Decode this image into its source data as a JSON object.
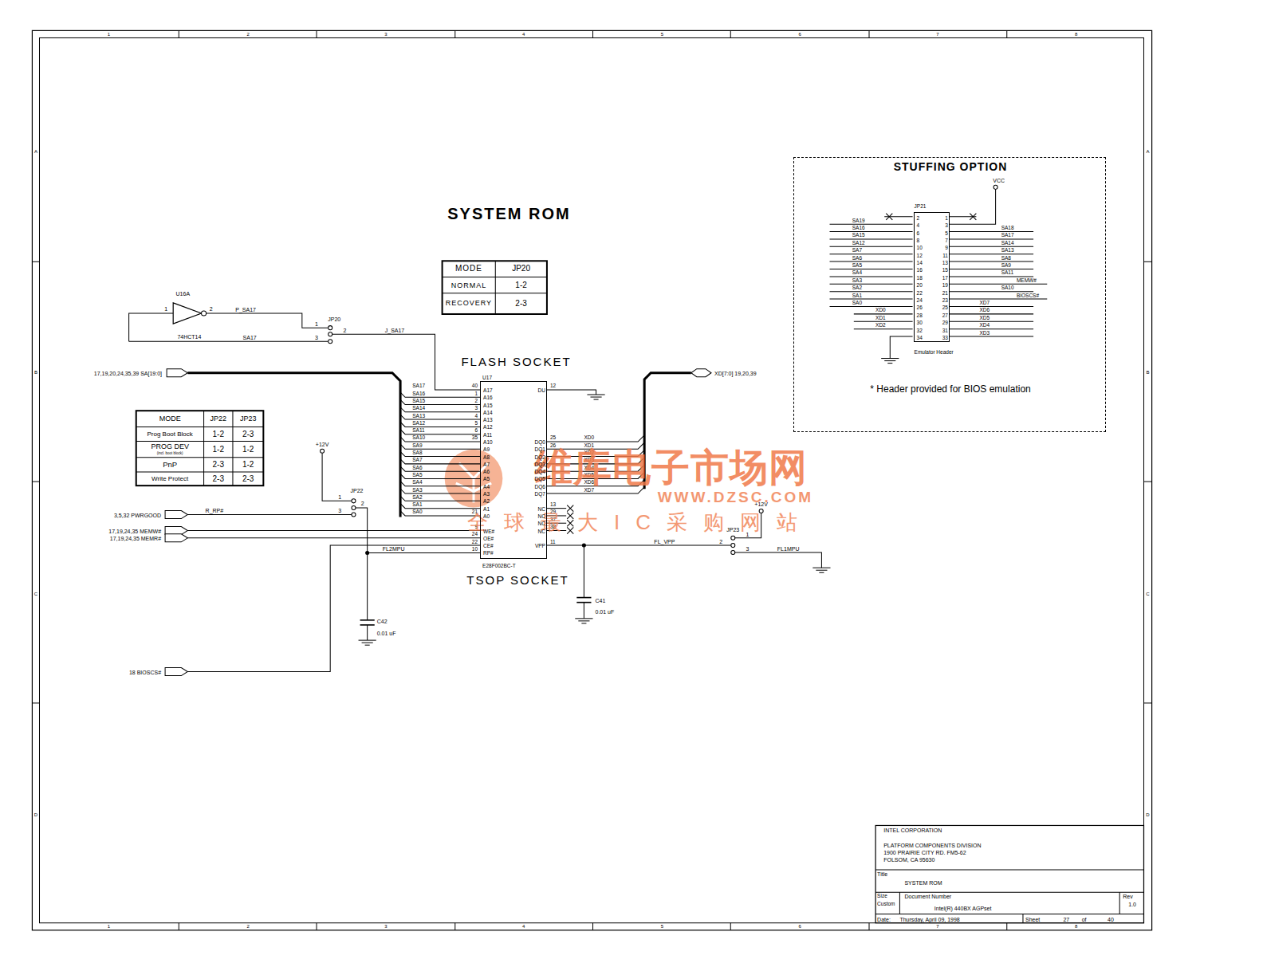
{
  "diagram": {
    "title": "SYSTEM ROM",
    "nodes": [
      {
        "text": [
          "STUFFING OPTION",
          "* Header provided for BIOS emulation"
        ]
      },
      {
        "text": [
          "JP21",
          "2",
          "1",
          "4",
          "3",
          "6",
          "5",
          "8",
          "7",
          "10",
          "9",
          "12",
          "11",
          "14",
          "13",
          "16",
          "15",
          "18",
          "17",
          "20",
          "19",
          "22",
          "21",
          "24",
          "23",
          "26",
          "25",
          "28",
          "27",
          "30",
          "29",
          "32",
          "31",
          "34",
          "33",
          "Emulator Header"
        ],
        "in": 0
      },
      {
        "text": [
          "U17",
          "A17",
          "A16",
          "A15",
          "A14",
          "A13",
          "A12",
          "A11",
          "A10",
          "A9",
          "A8",
          "A7",
          "A6",
          "A5",
          "A4",
          "A3",
          "A2",
          "A1",
          "A0",
          "WE#",
          "OE#",
          "CE#",
          "RP#",
          "DU",
          "DQ0",
          "DQ1",
          "DQ2",
          "DQ3",
          "DQ4",
          "DQ5",
          "DQ6",
          "DQ7",
          "NC",
          "NC",
          "NC",
          "NC",
          "VPP",
          "E28F002BC-T"
        ]
      }
    ],
    "labels": [
      "1",
      "2",
      "3",
      "4",
      "5",
      "6",
      "7",
      "8",
      "1",
      "2",
      "3",
      "4",
      "5",
      "6",
      "7",
      "8",
      "A",
      "B",
      "C",
      "D",
      "A",
      "B",
      "C",
      "D",
      "MODE",
      "JP20",
      "NORMAL",
      "1-2",
      "RECOVERY",
      "2-3",
      "U16A",
      "1",
      "2",
      "74HCT14",
      "P_SA17",
      "JP20",
      "1",
      "2",
      "3",
      "J_SA17",
      "SA17",
      "FLASH SOCKET",
      "TSOP SOCKET",
      "17,19,20,24,35,39 SA[19:0]",
      "XD[7:0] 19,20,39",
      "3,5,32 PWRGOOD",
      "17,19,24,35 MEMW#",
      "17,19,24,35 MEMR#",
      "18 BIOSCS#",
      "SA17",
      "SA16",
      "SA15",
      "SA14",
      "SA13",
      "SA12",
      "SA11",
      "SA10",
      "SA9",
      "SA8",
      "SA7",
      "SA6",
      "SA5",
      "SA4",
      "SA3",
      "SA2",
      "SA1",
      "SA0",
      "40",
      "1",
      "2",
      "3",
      "4",
      "5",
      "6",
      "35",
      "21",
      "12",
      "25",
      "26",
      "13",
      "29",
      "37",
      "38",
      "11",
      "9",
      "24",
      "22",
      "10",
      "XD0",
      "XD1",
      "XD2",
      "XD3",
      "XD4",
      "XD5",
      "XD6",
      "XD7",
      "MODE",
      "JP22",
      "JP23",
      "Prog Boot Block",
      "1-2",
      "2-3",
      "PROG DEV",
      "(incl. boot block)",
      "1-2",
      "1-2",
      "PnP",
      "2-3",
      "1-2",
      "Write Protect",
      "2-3",
      "2-3",
      "+12V",
      "JP22",
      "1",
      "2",
      "3",
      "R_RP#",
      "C42",
      "0.01 uF",
      "FL2MPU",
      "+12V",
      "JP23",
      "1",
      "2",
      "3",
      "FL_VPP",
      "FL1MPU",
      "C41",
      "0.01 uF",
      "VCC",
      "SA19",
      "SA16",
      "SA15",
      "SA12",
      "SA7",
      "SA6",
      "SA5",
      "SA4",
      "SA3",
      "SA2",
      "SA1",
      "SA0",
      "XD0",
      "XD1",
      "XD2",
      "SA18",
      "SA17",
      "SA14",
      "SA13",
      "SA8",
      "SA9",
      "SA11",
      "MEMW#",
      "SA10",
      "BIOSCS#",
      "XD7",
      "XD6",
      "XD5",
      "XD4",
      "XD3",
      "INTEL CORPORATION",
      "PLATFORM COMPONENTS DIVISION",
      "1900 PRAIRIE CITY RD. FM5-62",
      "FOLSOM, CA 95630",
      "Title",
      "SYSTEM ROM",
      "Size",
      "Custom",
      "Document Number",
      "Intel(R) 440BX AGPset",
      "Rev",
      "1.0",
      "Date:",
      "Thursday, April 09, 1998",
      "Sheet",
      "27",
      "of",
      "40",
      "维库电子市场网",
      "WWW.DZSC.COM",
      "全球最大IC采购网站"
    ]
  }
}
